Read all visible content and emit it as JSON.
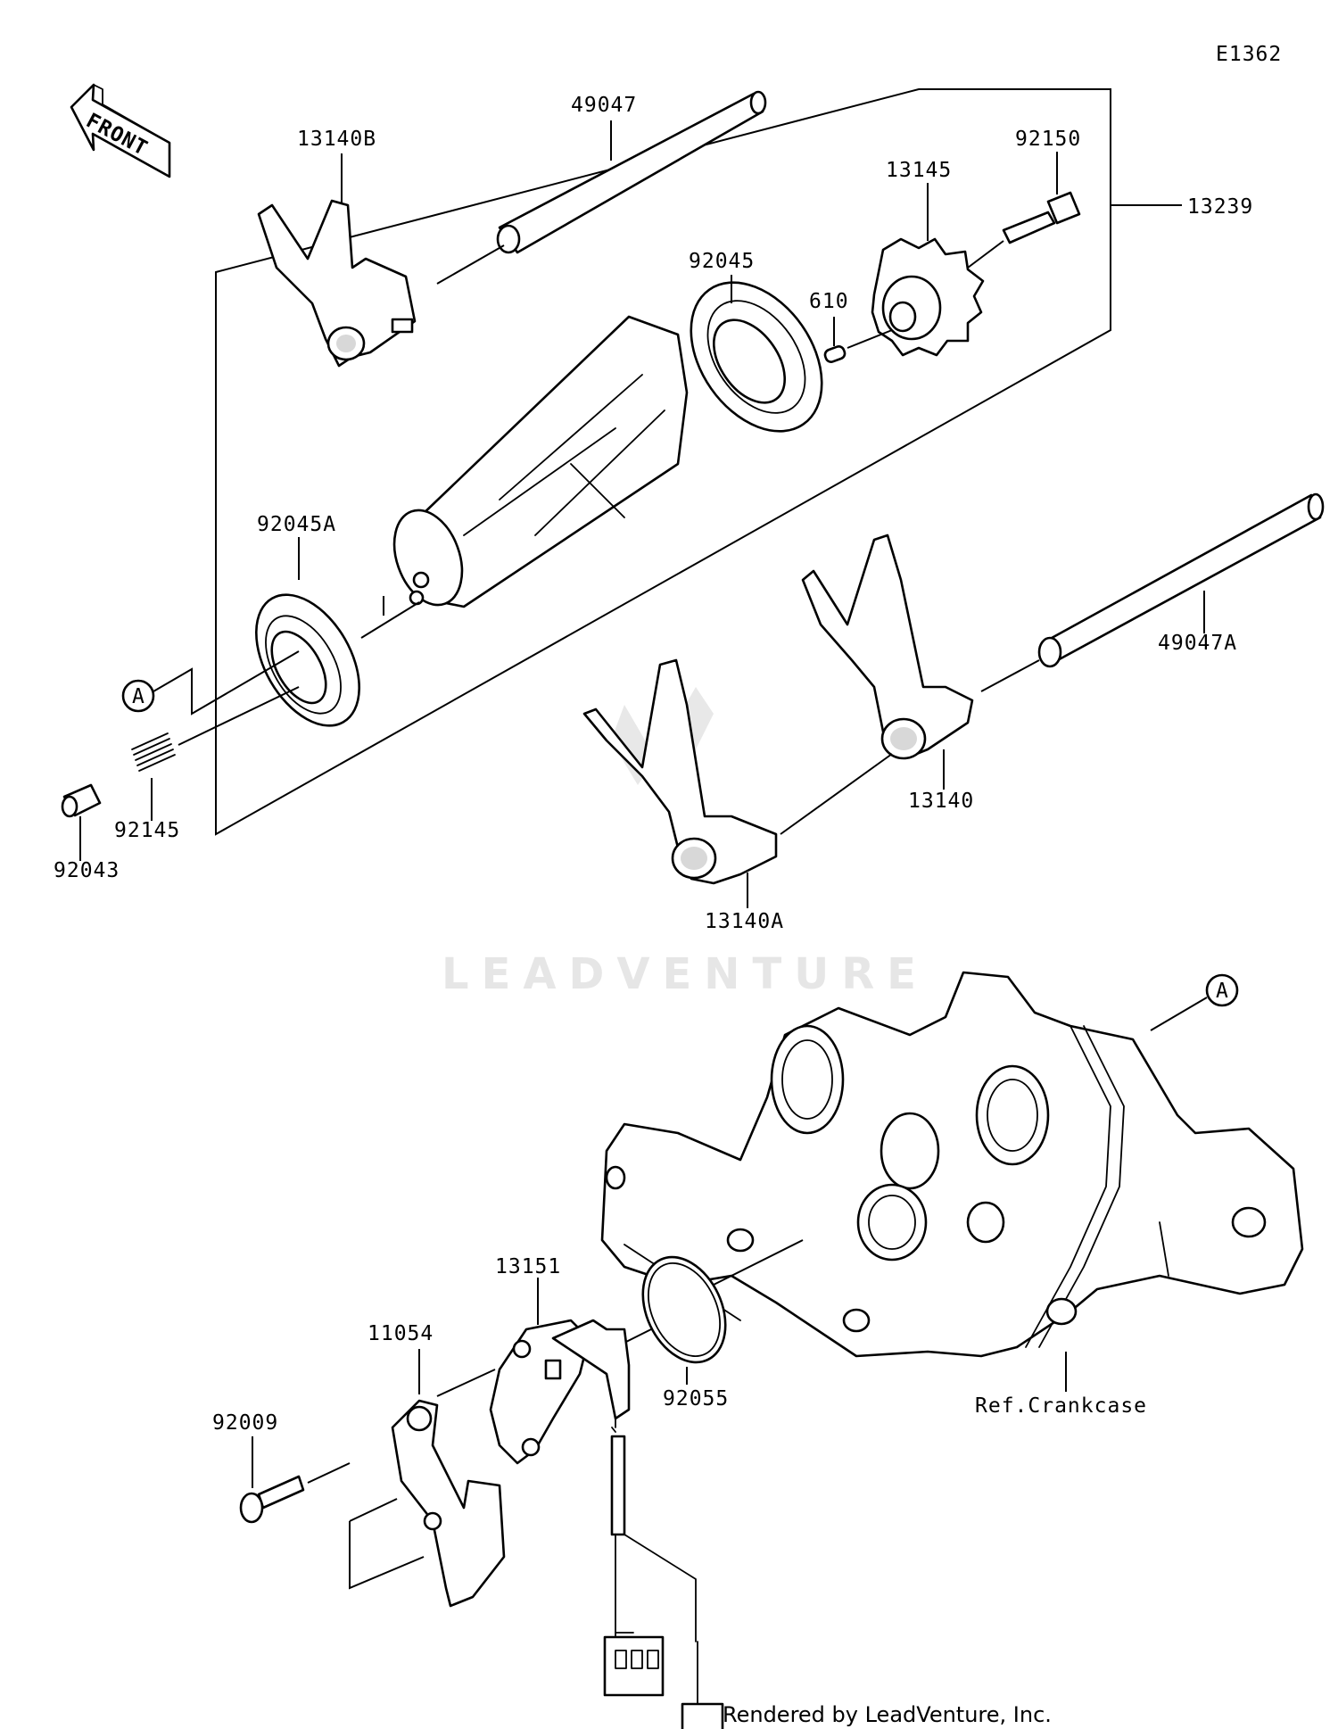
{
  "diagram": {
    "code": "E1362",
    "front_label": "FRONT",
    "ref_label_a": "A",
    "watermark": "LEADVENTURE",
    "footer": "Rendered by LeadVenture, Inc.",
    "crankcase_label": "Ref.Crankcase",
    "parts": {
      "p49047": "49047",
      "p13140B": "13140B",
      "p92150": "92150",
      "p13145": "13145",
      "p13239": "13239",
      "p92045": "92045",
      "p610": "610",
      "p92045A": "92045A",
      "p49047A": "49047A",
      "p13140": "13140",
      "p92145": "92145",
      "p92043": "92043",
      "p13140A": "13140A",
      "p13151": "13151",
      "p11054": "11054",
      "p92009": "92009",
      "p92055": "92055"
    }
  }
}
